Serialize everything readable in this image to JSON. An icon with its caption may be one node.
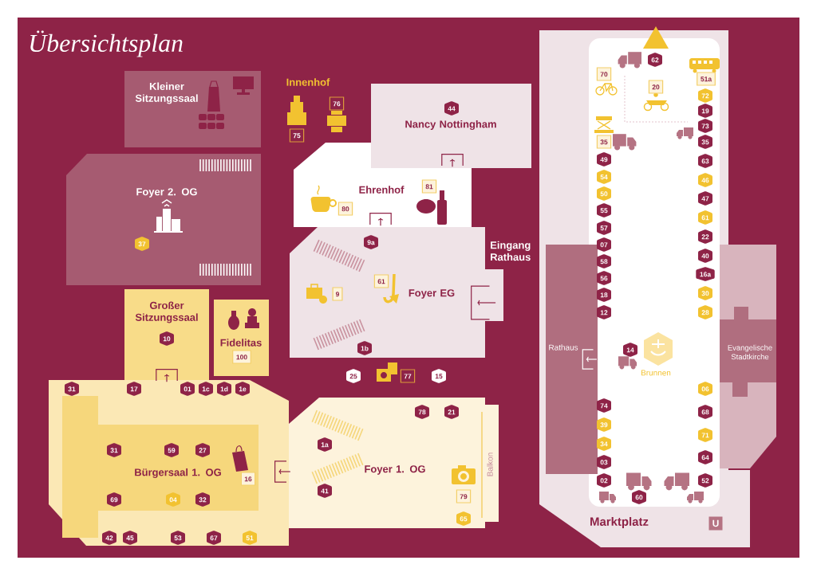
{
  "diagram": {
    "title": "Übersichtsplan",
    "nodes": [
      {
        "text": [
          "Kleiner Sitzungssaal"
        ]
      },
      {
        "text": [
          "Foyer 2. OG"
        ]
      },
      {
        "text": [
          "Nancy Nottingham"
        ]
      },
      {
        "text": [
          "Ehrenhof"
        ]
      },
      {
        "text": [
          "Foyer EG"
        ]
      },
      {
        "text": [
          "Großer Sitzungssaal"
        ]
      },
      {
        "text": [
          "Fidelitas"
        ]
      },
      {
        "text": [
          "Bürgersaal 1. OG"
        ]
      },
      {
        "text": [
          "Foyer 1. OG"
        ]
      },
      {
        "text": [
          "Marktplatz"
        ]
      },
      {
        "text": [
          "Rathaus"
        ],
        "in": 9
      },
      {
        "text": [
          "Evangelische Stadtkirche"
        ]
      },
      {
        "text": [
          "Brunnen"
        ],
        "in": 9
      },
      {
        "text": [
          "37"
        ],
        "in": 1
      },
      {
        "text": [
          "75"
        ]
      },
      {
        "text": [
          "76"
        ]
      },
      {
        "text": [
          "44"
        ],
        "in": 2
      },
      {
        "text": [
          "80"
        ],
        "in": 3
      },
      {
        "text": [
          "81"
        ],
        "in": 3
      },
      {
        "text": [
          "9a"
        ],
        "in": 4
      },
      {
        "text": [
          "61"
        ],
        "in": 4
      },
      {
        "text": [
          "9"
        ],
        "in": 4
      },
      {
        "text": [
          "1b"
        ],
        "in": 4
      },
      {
        "text": [
          "10"
        ],
        "in": 5
      },
      {
        "text": [
          "100"
        ],
        "in": 6
      },
      {
        "text": [
          "25"
        ]
      },
      {
        "text": [
          "77"
        ]
      },
      {
        "text": [
          "15"
        ]
      },
      {
        "text": [
          "31"
        ],
        "in": 7
      },
      {
        "text": [
          "17"
        ],
        "in": 7
      },
      {
        "text": [
          "01"
        ],
        "in": 7
      },
      {
        "text": [
          "1c"
        ],
        "in": 7
      },
      {
        "text": [
          "1d"
        ],
        "in": 7
      },
      {
        "text": [
          "1e"
        ],
        "in": 7
      },
      {
        "text": [
          "31"
        ],
        "in": 7
      },
      {
        "text": [
          "59"
        ],
        "in": 7
      },
      {
        "text": [
          "27"
        ],
        "in": 7
      },
      {
        "text": [
          "16"
        ],
        "in": 7
      },
      {
        "text": [
          "69"
        ],
        "in": 7
      },
      {
        "text": [
          "04"
        ],
        "in": 7
      },
      {
        "text": [
          "32"
        ],
        "in": 7
      },
      {
        "text": [
          "42"
        ],
        "in": 7
      },
      {
        "text": [
          "45"
        ],
        "in": 7
      },
      {
        "text": [
          "53"
        ],
        "in": 7
      },
      {
        "text": [
          "67"
        ],
        "in": 7
      },
      {
        "text": [
          "51"
        ],
        "in": 7
      },
      {
        "text": [
          "78"
        ],
        "in": 8
      },
      {
        "text": [
          "21"
        ],
        "in": 8
      },
      {
        "text": [
          "1a"
        ],
        "in": 8
      },
      {
        "text": [
          "41"
        ],
        "in": 8
      },
      {
        "text": [
          "79"
        ],
        "in": 8
      },
      {
        "text": [
          "65"
        ],
        "in": 8
      },
      {
        "text": [
          "62"
        ],
        "in": 9
      },
      {
        "text": [
          "70"
        ],
        "in": 9
      },
      {
        "text": [
          "51a"
        ],
        "in": 9
      },
      {
        "text": [
          "20"
        ],
        "in": 9
      },
      {
        "text": [
          "72"
        ],
        "in": 9
      },
      {
        "text": [
          "19"
        ],
        "in": 9
      },
      {
        "text": [
          "73"
        ],
        "in": 9
      },
      {
        "text": [
          "35"
        ],
        "in": 9
      },
      {
        "text": [
          "35"
        ],
        "in": 9
      },
      {
        "text": [
          "49"
        ],
        "in": 9
      },
      {
        "text": [
          "63"
        ],
        "in": 9
      },
      {
        "text": [
          "54"
        ],
        "in": 9
      },
      {
        "text": [
          "46"
        ],
        "in": 9
      },
      {
        "text": [
          "50"
        ],
        "in": 9
      },
      {
        "text": [
          "47"
        ],
        "in": 9
      },
      {
        "text": [
          "55"
        ],
        "in": 9
      },
      {
        "text": [
          "61"
        ],
        "in": 9
      },
      {
        "text": [
          "57"
        ],
        "in": 9
      },
      {
        "text": [
          "22"
        ],
        "in": 9
      },
      {
        "text": [
          "07"
        ],
        "in": 9
      },
      {
        "text": [
          "40"
        ],
        "in": 9
      },
      {
        "text": [
          "58"
        ],
        "in": 9
      },
      {
        "text": [
          "16a"
        ],
        "in": 9
      },
      {
        "text": [
          "56"
        ],
        "in": 9
      },
      {
        "text": [
          "30"
        ],
        "in": 9
      },
      {
        "text": [
          "18"
        ],
        "in": 9
      },
      {
        "text": [
          "12"
        ],
        "in": 9
      },
      {
        "text": [
          "28"
        ],
        "in": 9
      },
      {
        "text": [
          "14"
        ],
        "in": 9
      },
      {
        "text": [
          "06"
        ],
        "in": 9
      },
      {
        "text": [
          "74"
        ],
        "in": 9
      },
      {
        "text": [
          "68"
        ],
        "in": 9
      },
      {
        "text": [
          "39"
        ],
        "in": 9
      },
      {
        "text": [
          "71"
        ],
        "in": 9
      },
      {
        "text": [
          "34"
        ],
        "in": 9
      },
      {
        "text": [
          "64"
        ],
        "in": 9
      },
      {
        "text": [
          "03"
        ],
        "in": 9
      },
      {
        "text": [
          "02"
        ],
        "in": 9
      },
      {
        "text": [
          "52"
        ],
        "in": 9
      },
      {
        "text": [
          "60"
        ],
        "in": 9
      }
    ],
    "labels": [
      "Innenhof",
      "Eingang Rathaus",
      "Balkon",
      "U"
    ]
  }
}
